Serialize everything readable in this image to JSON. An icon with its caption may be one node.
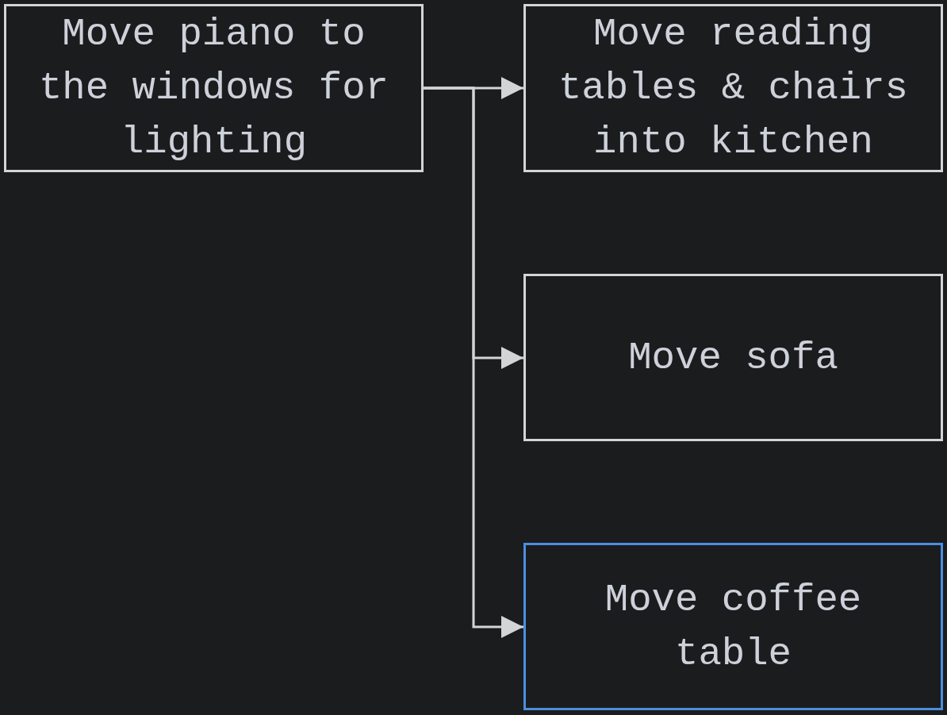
{
  "diagram": {
    "nodes": [
      {
        "text": [
          "Move piano to the windows for lighting"
        ]
      },
      {
        "text": [
          "Move reading tables & chairs into kitchen"
        ]
      },
      {
        "text": [
          "Move sofa"
        ]
      },
      {
        "text": [
          "Move coffee table"
        ]
      }
    ],
    "edges": [
      {
        "from": 0,
        "to": 1,
        "arrow": "to"
      },
      {
        "from": 0,
        "to": 2,
        "arrow": "to"
      },
      {
        "from": 0,
        "to": 3,
        "arrow": "to"
      }
    ]
  }
}
